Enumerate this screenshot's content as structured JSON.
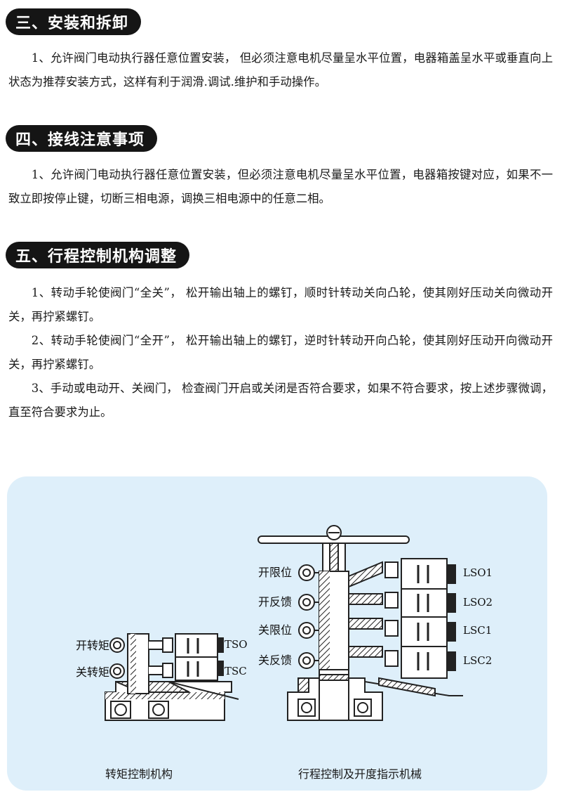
{
  "sections": [
    {
      "heading": "三、安装和拆卸",
      "paragraphs": [
        "1、允许阀门电动执行器任意位置安装， 但必须注意电机尽量呈水平位置，电器箱盖呈水平或垂直向上状态为推荐安装方式，这样有利于润滑.调试.维护和手动操作。"
      ]
    },
    {
      "heading": "四、接线注意事项",
      "paragraphs": [
        "1、允许阀门电动执行器任意位置安装，但必须注意电机尽量呈水平位置，电器箱按键对应，如果不一致立即按停止键，切断三相电源，调换三相电源中的任意二相。"
      ]
    },
    {
      "heading": "五、行程控制机构调整",
      "paragraphs": [
        "1、转动手轮使阀门“全关”， 松开输出轴上的螺钉，顺时针转动关向凸轮，使其刚好压动关向微动开关，再拧紧螺钉。",
        "2、转动手轮使阀门“全开”， 松开输出轴上的螺钉，逆时针转动开向凸轮，使其刚好压动开向微动开关，再拧紧螺钉。",
        "3、手动或电动开、关阀门， 检查阀门开启或关闭是否符合要求，如果不符合要求，按上述步骤微调，直至符合要求为止。"
      ]
    }
  ],
  "figure": {
    "panel_color": "#deeffa",
    "torque_diagram": {
      "labels": [
        "开转矩",
        "关转矩"
      ],
      "switch_labels": [
        "TSO",
        "TSC"
      ],
      "caption": "转矩控制机构"
    },
    "travel_diagram": {
      "labels": [
        "开限位",
        "开反馈",
        "关限位",
        "关反馈"
      ],
      "switch_labels": [
        "LSO1",
        "LSO2",
        "LSC1",
        "LSC2"
      ],
      "caption": "行程控制及开度指示机械"
    }
  }
}
